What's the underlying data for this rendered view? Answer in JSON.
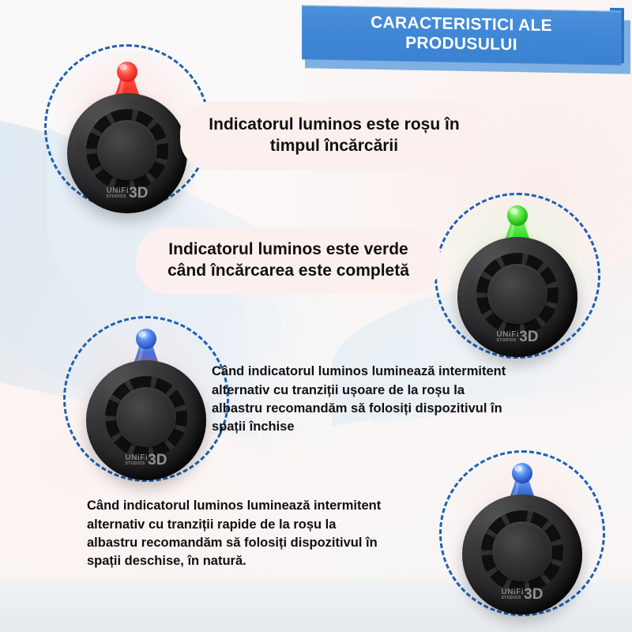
{
  "page": {
    "background_color": "#f7f5f5",
    "bottom_band_color": "#e9edf1"
  },
  "header": {
    "banner_color": "#3f86d5",
    "shadow_color": "#7fb0e2",
    "fold_color": "#2f74c4",
    "text_color": "#ffffff",
    "line1": "CARACTERISTICI ALE",
    "line2": "PRODUSULUI"
  },
  "accents": {
    "dashed_circle_color": "#1f60b2",
    "caption_bg": "#fbf0ee",
    "led_red": "#f03028",
    "led_green": "#3ddb2f",
    "led_blue": "#2a6fe0"
  },
  "features": [
    {
      "id": "charging-red",
      "led_state": "red",
      "caption_lines": [
        "Indicatorul luminos este roșu în",
        "timpul încărcării"
      ],
      "device_logo": {
        "brand": "UNiFi",
        "sub": "STUDIOS",
        "mark": "3D"
      }
    },
    {
      "id": "charged-green",
      "led_state": "green",
      "caption_lines": [
        "Indicatorul luminos este verde",
        "când încărcarea este completă"
      ],
      "device_logo": {
        "brand": "UNiFi",
        "sub": "STUDIOS",
        "mark": "3D"
      }
    },
    {
      "id": "slow-blink-indoor",
      "led_state": "blue-red-soft",
      "caption_lines": [
        "Când indicatorul luminos luminează intermitent",
        "alternativ cu tranziții ușoare de la roșu la",
        "albastru recomandăm să folosiți dispozitivul în",
        "spații închise"
      ],
      "device_logo": {
        "brand": "UNiFi",
        "sub": "STUDIOS",
        "mark": "3D"
      }
    },
    {
      "id": "fast-blink-outdoor",
      "led_state": "blue-red-sharp",
      "caption_lines": [
        "Când indicatorul luminos luminează intermitent",
        "alternativ cu tranziții rapide de la roșu la",
        "albastru recomandăm să folosiți dispozitivul în",
        "spații deschise, în natură."
      ],
      "device_logo": {
        "brand": "UNiFi",
        "sub": "STUDIOS",
        "mark": "3D"
      }
    }
  ]
}
